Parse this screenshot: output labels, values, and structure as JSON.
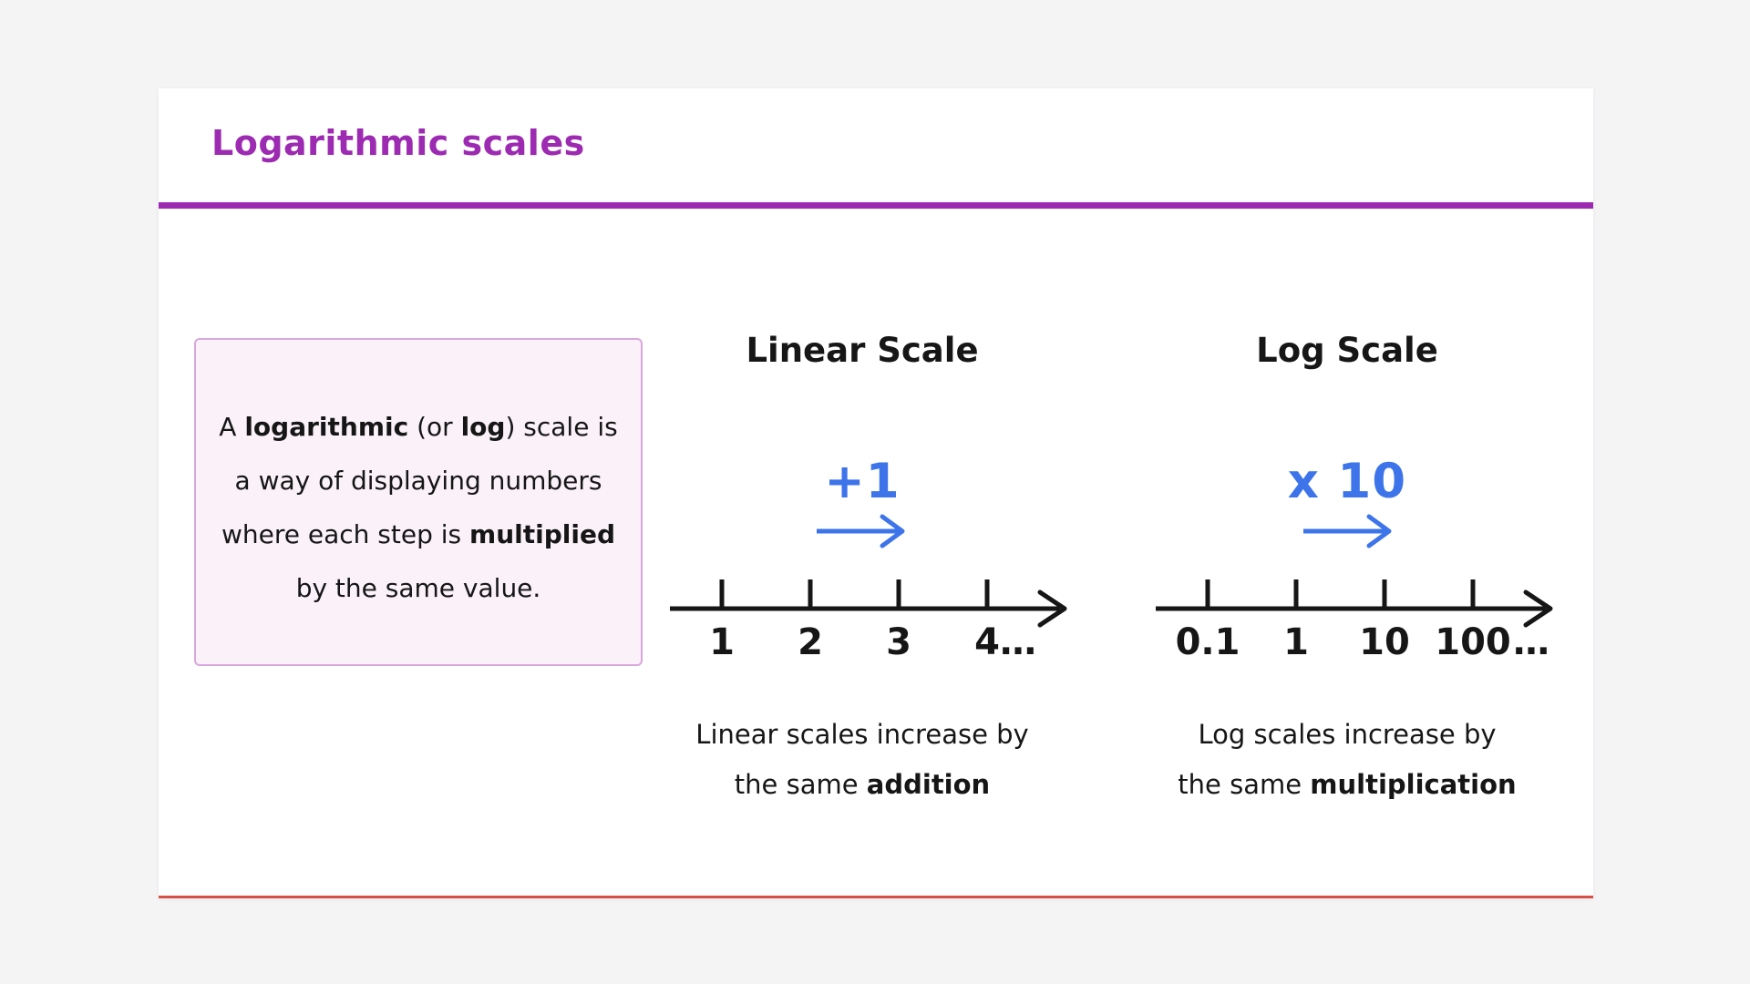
{
  "header": {
    "title": "Logarithmic scales"
  },
  "theme": {
    "purple_accent": "#9D2BB2",
    "blue_accent": "#3D74E9",
    "card_bottom_line_red": "#D65045",
    "definition_box_bg": "#FAF1F9",
    "definition_box_border": "#D8A7DE",
    "page_bg": "#F4F4F5",
    "text_color": "#161616"
  },
  "definition_box": {
    "line1_a": "A ",
    "line1_bold1": "logarithmic",
    "line1_b": " (or ",
    "line1_bold2": "log",
    "line1_c": ") scale is",
    "line2": "a way of displaying numbers",
    "line3_a": "where each step is ",
    "line3_bold": "multiplied",
    "line4": "by the same value."
  },
  "linear_scale": {
    "heading": "Linear Scale",
    "operator": "+1",
    "tick_labels": [
      "1",
      "2",
      "3",
      "4"
    ],
    "ellipsis": "…",
    "caption_line1": "Linear scales increase by",
    "caption_line2_a": "the same ",
    "caption_line2_bold": "addition"
  },
  "log_scale": {
    "heading": "Log Scale",
    "operator": "x 10",
    "tick_labels": [
      "0.1",
      "1",
      "10",
      "100"
    ],
    "ellipsis": "…",
    "caption_line1": "Log scales increase by",
    "caption_line2_a": "the same ",
    "caption_line2_bold": "multiplication"
  }
}
